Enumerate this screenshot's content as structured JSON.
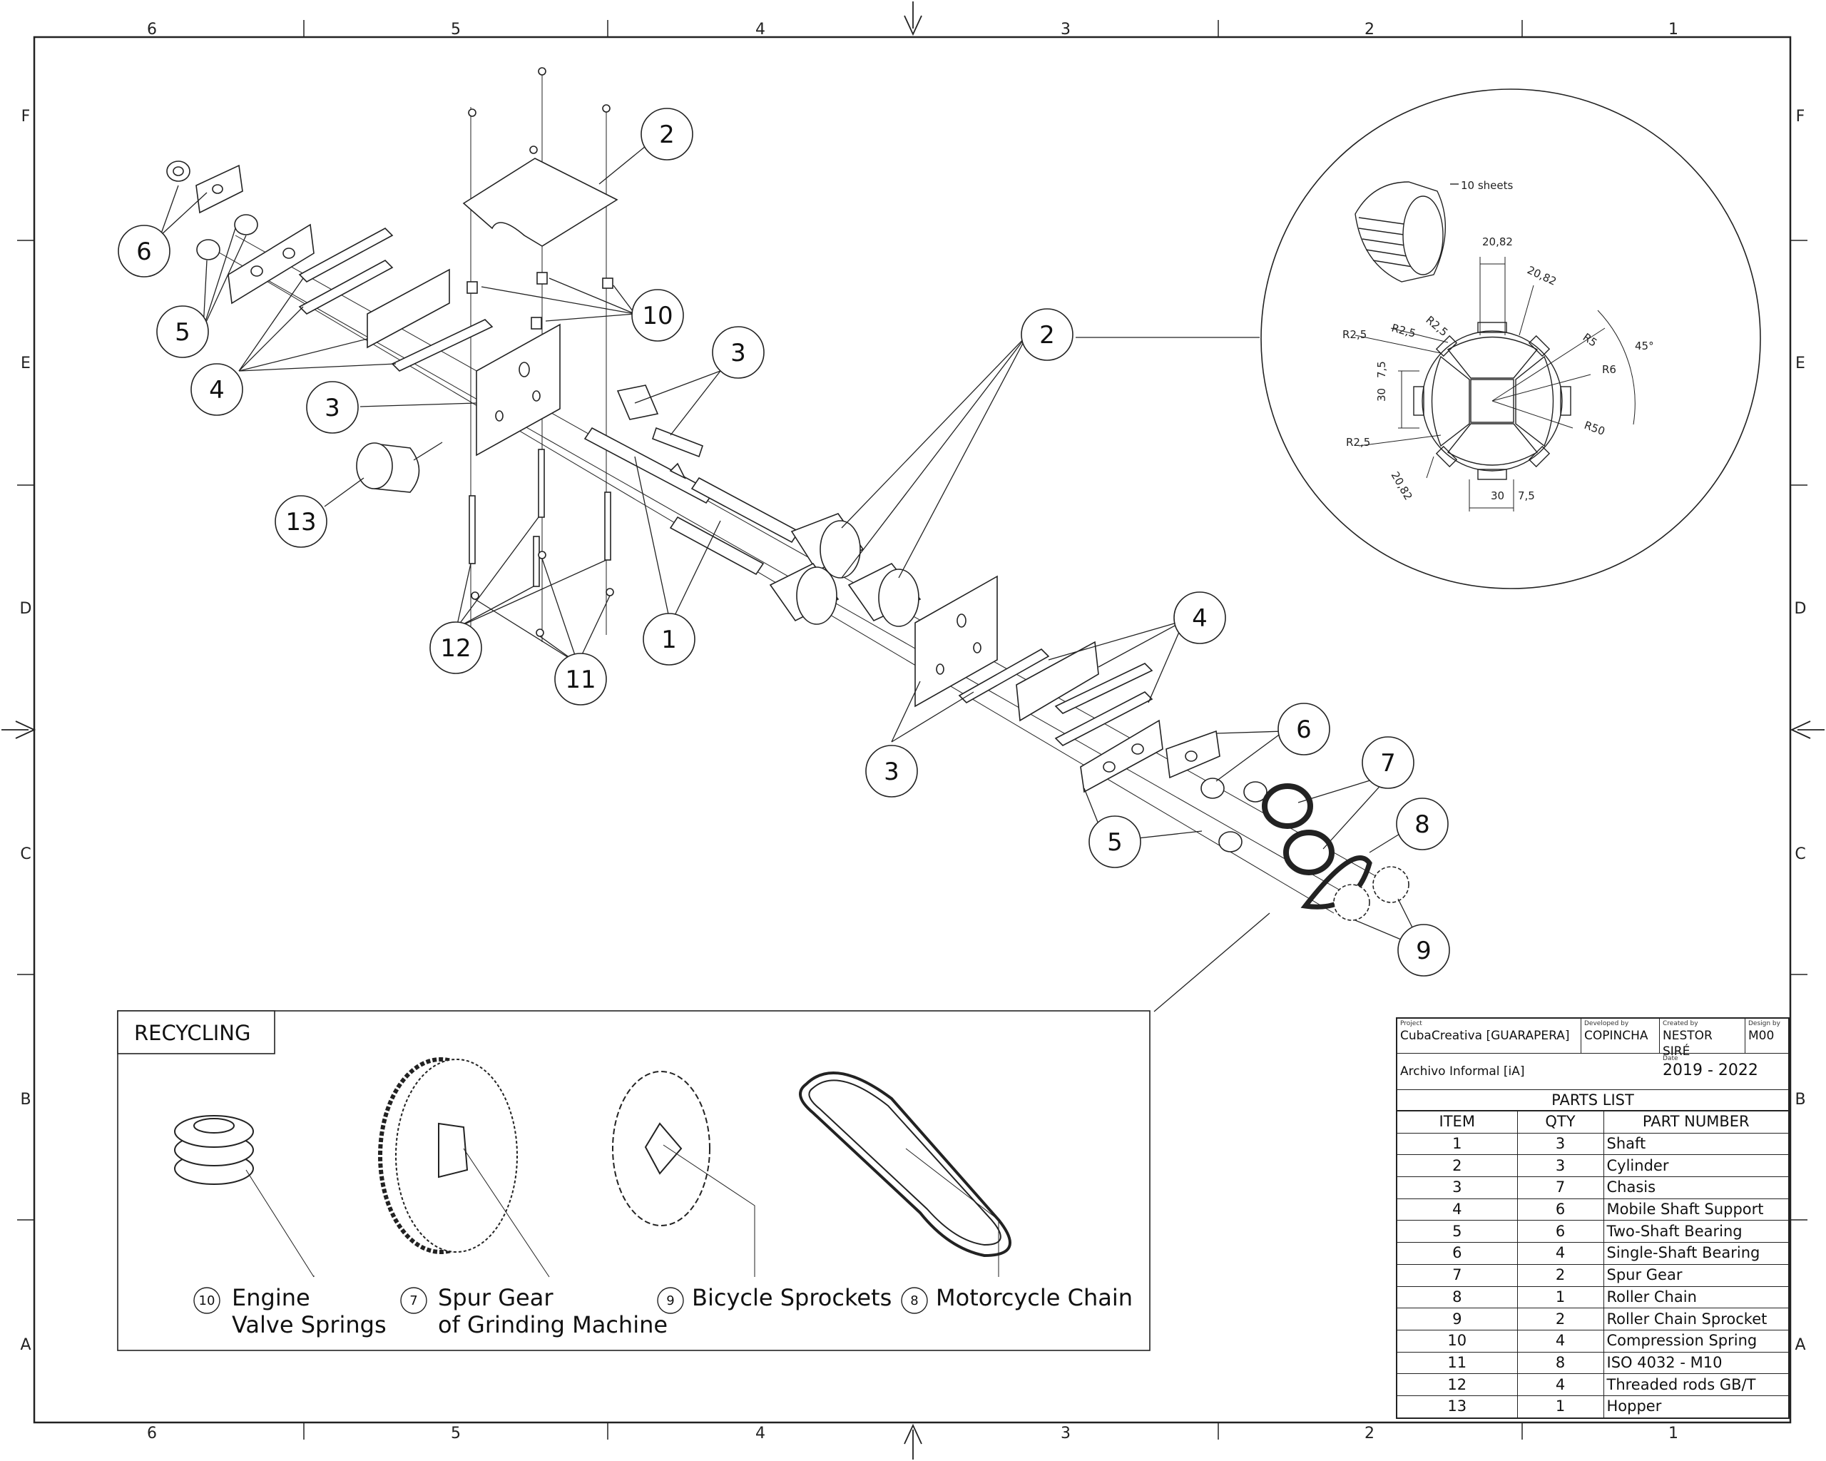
{
  "frame": {
    "columns_top": [
      "6",
      "5",
      "4",
      "3",
      "2",
      "1"
    ],
    "rows_left": [
      "F",
      "E",
      "D",
      "C",
      "B",
      "A"
    ]
  },
  "balloons": {
    "b2_top": "2",
    "b10": "10",
    "b6_left": "6",
    "b5_left": "5",
    "b4_left": "4",
    "b3_left": "3",
    "b13": "13",
    "b3_mid": "3",
    "b12": "12",
    "b11": "11",
    "b1": "1",
    "b2_right": "2",
    "b4_right": "4",
    "b3_lower": "3",
    "b6_right": "6",
    "b7": "7",
    "b8": "8",
    "b5_right": "5",
    "b9": "9"
  },
  "detail": {
    "callout": "10 sheets",
    "dims": [
      "20,82",
      "20,82",
      "R2,5",
      "R2,5",
      "R2,5",
      "R5",
      "45°",
      "R6",
      "7,5",
      "30",
      "R2,5",
      "R50",
      "20,82",
      "30",
      "7,5"
    ]
  },
  "recycling": {
    "title": "RECYCLING",
    "items": [
      {
        "num": "10",
        "line1": "Engine",
        "line2": "Valve Springs"
      },
      {
        "num": "7",
        "line1": "Spur Gear",
        "line2": "of Grinding Machine"
      },
      {
        "num": "9",
        "line1": "Bicycle Sprockets",
        "line2": ""
      },
      {
        "num": "8",
        "line1": "Motorcycle Chain",
        "line2": ""
      }
    ]
  },
  "title_block": {
    "project_label": "Project",
    "project": "CubaCreativa [GUARAPERA]",
    "developed_label": "Developed by",
    "developed": "COPINCHA",
    "created_label": "Created by",
    "created": "NESTOR SIRÉ",
    "design_label": "Design by",
    "design": "M00",
    "archive": "Archivo Informal [iA]",
    "date_label": "Date",
    "date": "2019 - 2022"
  },
  "parts_list": {
    "title": "PARTS LIST",
    "headers": [
      "ITEM",
      "QTY",
      "PART NUMBER"
    ],
    "rows": [
      {
        "item": "1",
        "qty": "3",
        "part": "Shaft"
      },
      {
        "item": "2",
        "qty": "3",
        "part": "Cylinder"
      },
      {
        "item": "3",
        "qty": "7",
        "part": "Chasis"
      },
      {
        "item": "4",
        "qty": "6",
        "part": "Mobile Shaft Support"
      },
      {
        "item": "5",
        "qty": "6",
        "part": "Two-Shaft Bearing"
      },
      {
        "item": "6",
        "qty": "4",
        "part": "Single-Shaft Bearing"
      },
      {
        "item": "7",
        "qty": "2",
        "part": "Spur Gear"
      },
      {
        "item": "8",
        "qty": "1",
        "part": "Roller Chain"
      },
      {
        "item": "9",
        "qty": "2",
        "part": "Roller Chain Sprocket"
      },
      {
        "item": "10",
        "qty": "4",
        "part": "Compression Spring"
      },
      {
        "item": "11",
        "qty": "8",
        "part": "ISO 4032 - M10"
      },
      {
        "item": "12",
        "qty": "4",
        "part": "Threaded rods GB/T"
      },
      {
        "item": "13",
        "qty": "1",
        "part": "Hopper"
      }
    ]
  }
}
